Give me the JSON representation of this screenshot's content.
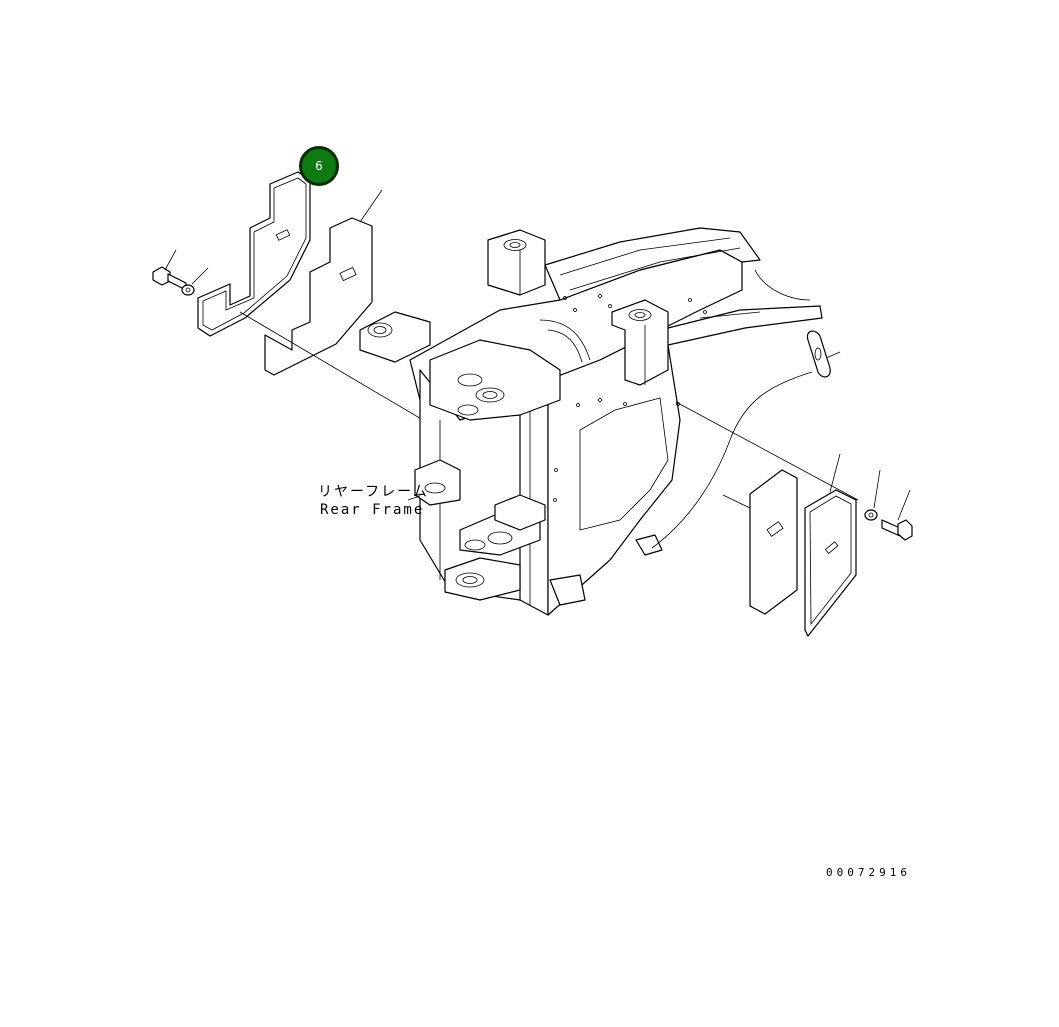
{
  "labels": {
    "rear_frame_jp": "リヤーフレーム",
    "rear_frame_en": "Rear Frame"
  },
  "callout": {
    "number": "6",
    "color": "#0f7a12"
  },
  "document_number": "00072916"
}
